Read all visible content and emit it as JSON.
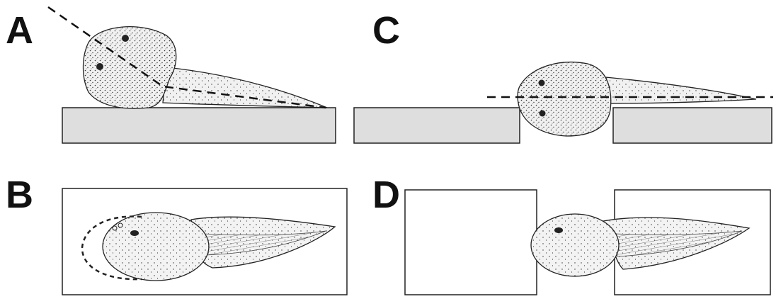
{
  "figure": {
    "panels": [
      {
        "id": "a",
        "letter": "A"
      },
      {
        "id": "b",
        "letter": "B"
      },
      {
        "id": "c",
        "letter": "C"
      },
      {
        "id": "d",
        "letter": "D"
      }
    ],
    "colors": {
      "platform_fill": "#dedede",
      "outline": "#222222",
      "stipple": "#333333",
      "body_fill": "#f1f1f1",
      "background": "#ffffff"
    }
  }
}
